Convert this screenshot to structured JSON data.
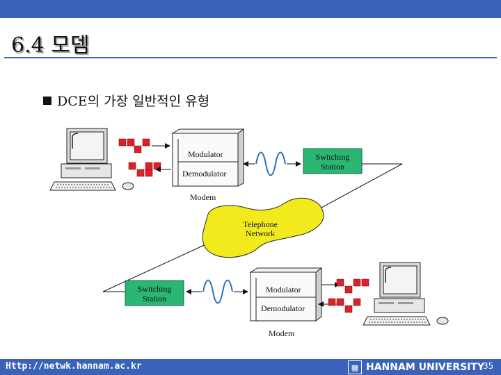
{
  "slide": {
    "title": "6.4 모뎀",
    "bullet": "DCE의 가장 일반적인 유형"
  },
  "diagram": {
    "top_modem": {
      "modulator": "Modulator",
      "demodulator": "Demodulator",
      "caption": "Modem"
    },
    "bottom_modem": {
      "modulator": "Modulator",
      "demodulator": "Demodulator",
      "caption": "Modem"
    },
    "top_switching": {
      "line1": "Switching",
      "line2": "Station"
    },
    "bottom_switching": {
      "line1": "Switching",
      "line2": "Station"
    },
    "network": {
      "line1": "Telephone",
      "line2": "Network"
    },
    "colors": {
      "switching_fill": "#2bb673",
      "network_fill": "#f2ea1c",
      "bits": "#d8232a",
      "wave": "#2a6fc0",
      "bar": "#3a62b8"
    }
  },
  "footer": {
    "url": "Http://netwk.hannam.ac.kr",
    "university": "HANNAM UNIVERSITY",
    "page": "35"
  }
}
